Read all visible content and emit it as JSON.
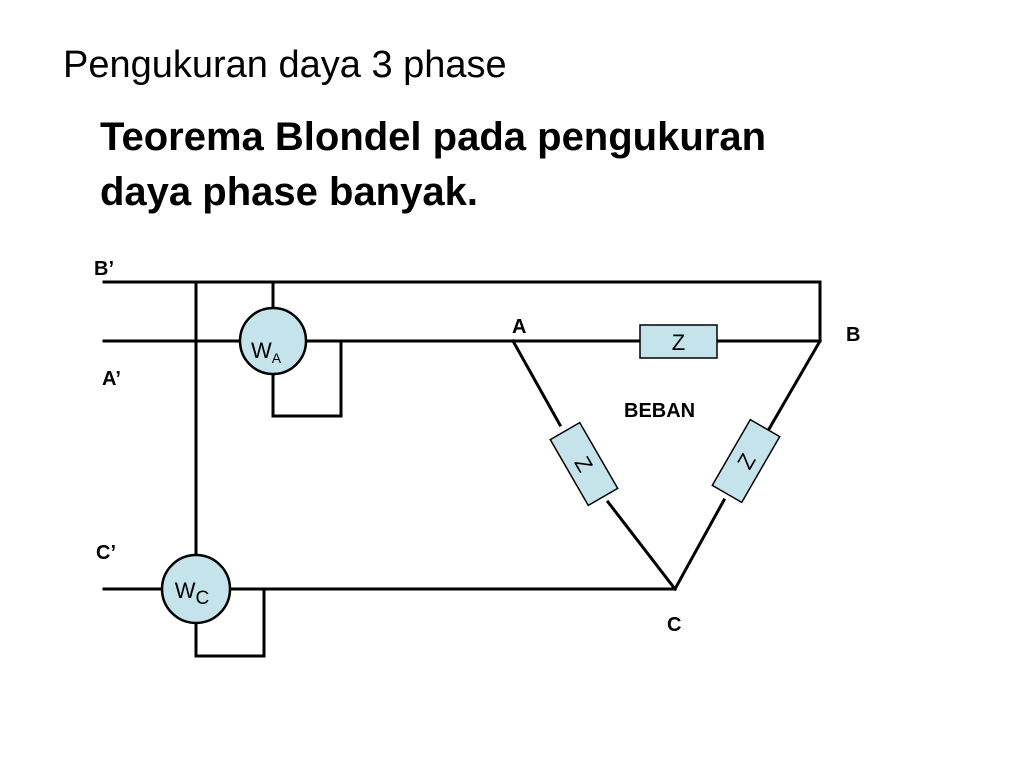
{
  "slide": {
    "title": "Pengukuran daya 3 phase",
    "subtitle_lines": [
      "Teorema Blondel pada pengukuran",
      "daya phase banyak."
    ]
  },
  "diagram": {
    "line_labels": {
      "b_prime": "B’",
      "a_prime": "A’",
      "c_prime": "C’"
    },
    "node_labels": {
      "a": "A",
      "b": "B",
      "c": "C"
    },
    "load_label": "BEBAN",
    "impedance_labels": {
      "ab": "Z",
      "ac": "Z",
      "bc": "Z"
    },
    "meters": {
      "wa": {
        "main": "W",
        "sub": "A"
      },
      "wc": {
        "main": "W",
        "sub": "C"
      }
    },
    "colors": {
      "meter_fill": "#c5e3ea",
      "impedance_fill": "#c5e3ea",
      "wire": "#000000",
      "meter_stroke": "#000000"
    }
  }
}
